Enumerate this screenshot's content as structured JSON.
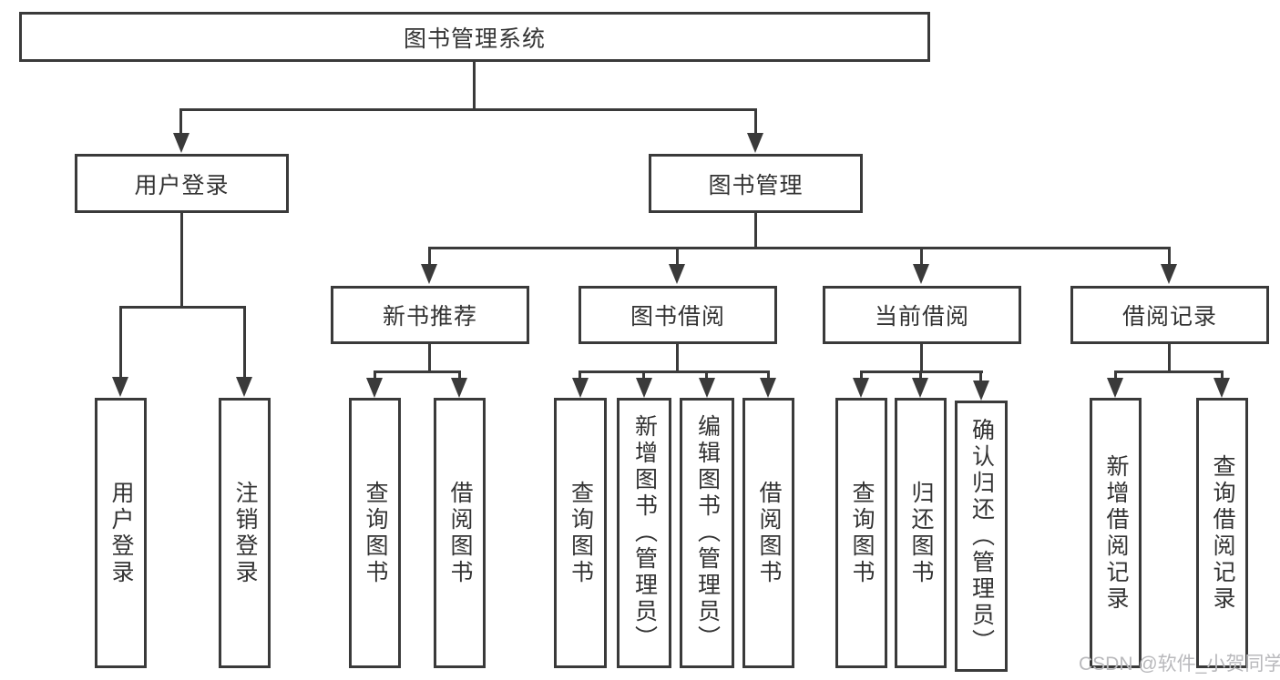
{
  "diagram": {
    "title": "图书管理系统",
    "root": {
      "label": "图书管理系统"
    },
    "level2": [
      {
        "label": "用户登录"
      },
      {
        "label": "图书管理"
      }
    ],
    "level3": [
      {
        "label": "新书推荐"
      },
      {
        "label": "图书借阅"
      },
      {
        "label": "当前借阅"
      },
      {
        "label": "借阅记录"
      }
    ],
    "leaves": [
      {
        "label": "用户登录",
        "parent": "用户登录"
      },
      {
        "label": "注销登录",
        "parent": "用户登录"
      },
      {
        "label": "查询图书",
        "parent": "新书推荐"
      },
      {
        "label": "借阅图书",
        "parent": "新书推荐"
      },
      {
        "label": "查询图书",
        "parent": "图书借阅"
      },
      {
        "label": "新增图书（管理员）",
        "parent": "图书借阅"
      },
      {
        "label": "编辑图书（管理员）",
        "parent": "图书借阅"
      },
      {
        "label": "借阅图书",
        "parent": "图书借阅"
      },
      {
        "label": "查询图书",
        "parent": "当前借阅"
      },
      {
        "label": "归还图书",
        "parent": "当前借阅"
      },
      {
        "label": "确认归还（管理员）",
        "parent": "当前借阅"
      },
      {
        "label": "新增借阅记录",
        "parent": "借阅记录"
      },
      {
        "label": "查询借阅记录",
        "parent": "借阅记录"
      }
    ]
  },
  "watermark": {
    "text": "CSDN @软件_小贺同学"
  },
  "colors": {
    "line": "#3a3a3a",
    "text": "#333333",
    "watermark": "#b9b9bc",
    "background": "#ffffff"
  }
}
